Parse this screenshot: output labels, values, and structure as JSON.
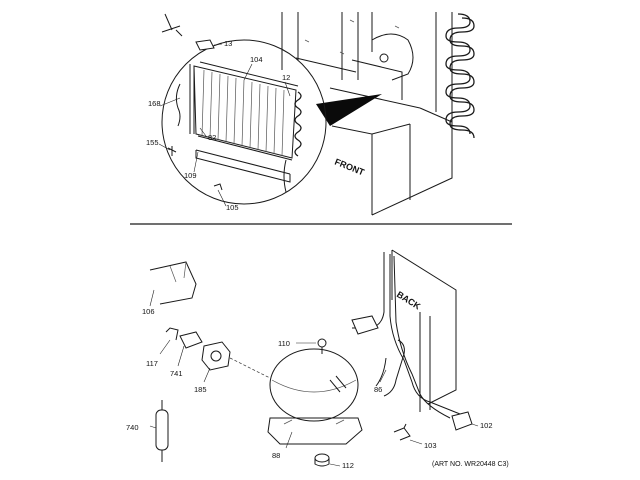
{
  "labels": {
    "p13": "13",
    "p104": "104",
    "p12": "12",
    "p168": "168",
    "p82": "82",
    "p155": "155",
    "p109": "109",
    "p105": "105",
    "p106": "106",
    "p117": "117",
    "p741": "741",
    "p185": "185",
    "p110": "110",
    "p86": "86",
    "p740": "740",
    "p88": "88",
    "p112": "112",
    "p103": "103",
    "p102": "102"
  },
  "text": {
    "front": "FRONT",
    "back": "BACK",
    "art_no": "(ART NO. WR20448 C3)"
  }
}
